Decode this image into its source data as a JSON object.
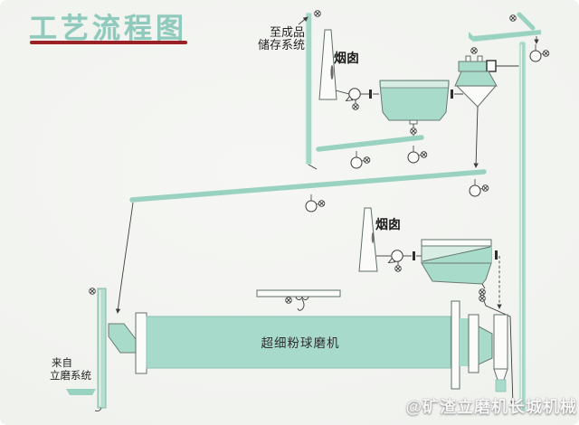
{
  "title": {
    "text": "工艺流程图",
    "color": "#8fcabc",
    "underline_color": "#9c2125"
  },
  "labels": {
    "to_storage_line1": "至成品",
    "to_storage_line2": "储存系统",
    "chimney_top": "烟囱",
    "chimney_bottom": "烟囱",
    "ball_mill": "超细粉球磨机",
    "from_mill_line1": "来自",
    "from_mill_line2": "立磨系统"
  },
  "watermark": {
    "text": "@矿渣立磨机长城机械"
  },
  "colors": {
    "title_teal": "#8fcabc",
    "underline_red": "#9c2125",
    "equipment_teal": "#a9dbcb",
    "equipment_teal_light": "#d8eee4",
    "conveyor_teal": "#9ad2c2",
    "line_dark": "#3c3c3c",
    "background_paper": "#f1f2ee",
    "watermark_white": "#ffffff"
  },
  "icons": {
    "valve": "circle-x",
    "pump": "circle-with-valve",
    "fan": "volute-fan",
    "arrowhead": "triangle",
    "hook": "crane-hook"
  }
}
